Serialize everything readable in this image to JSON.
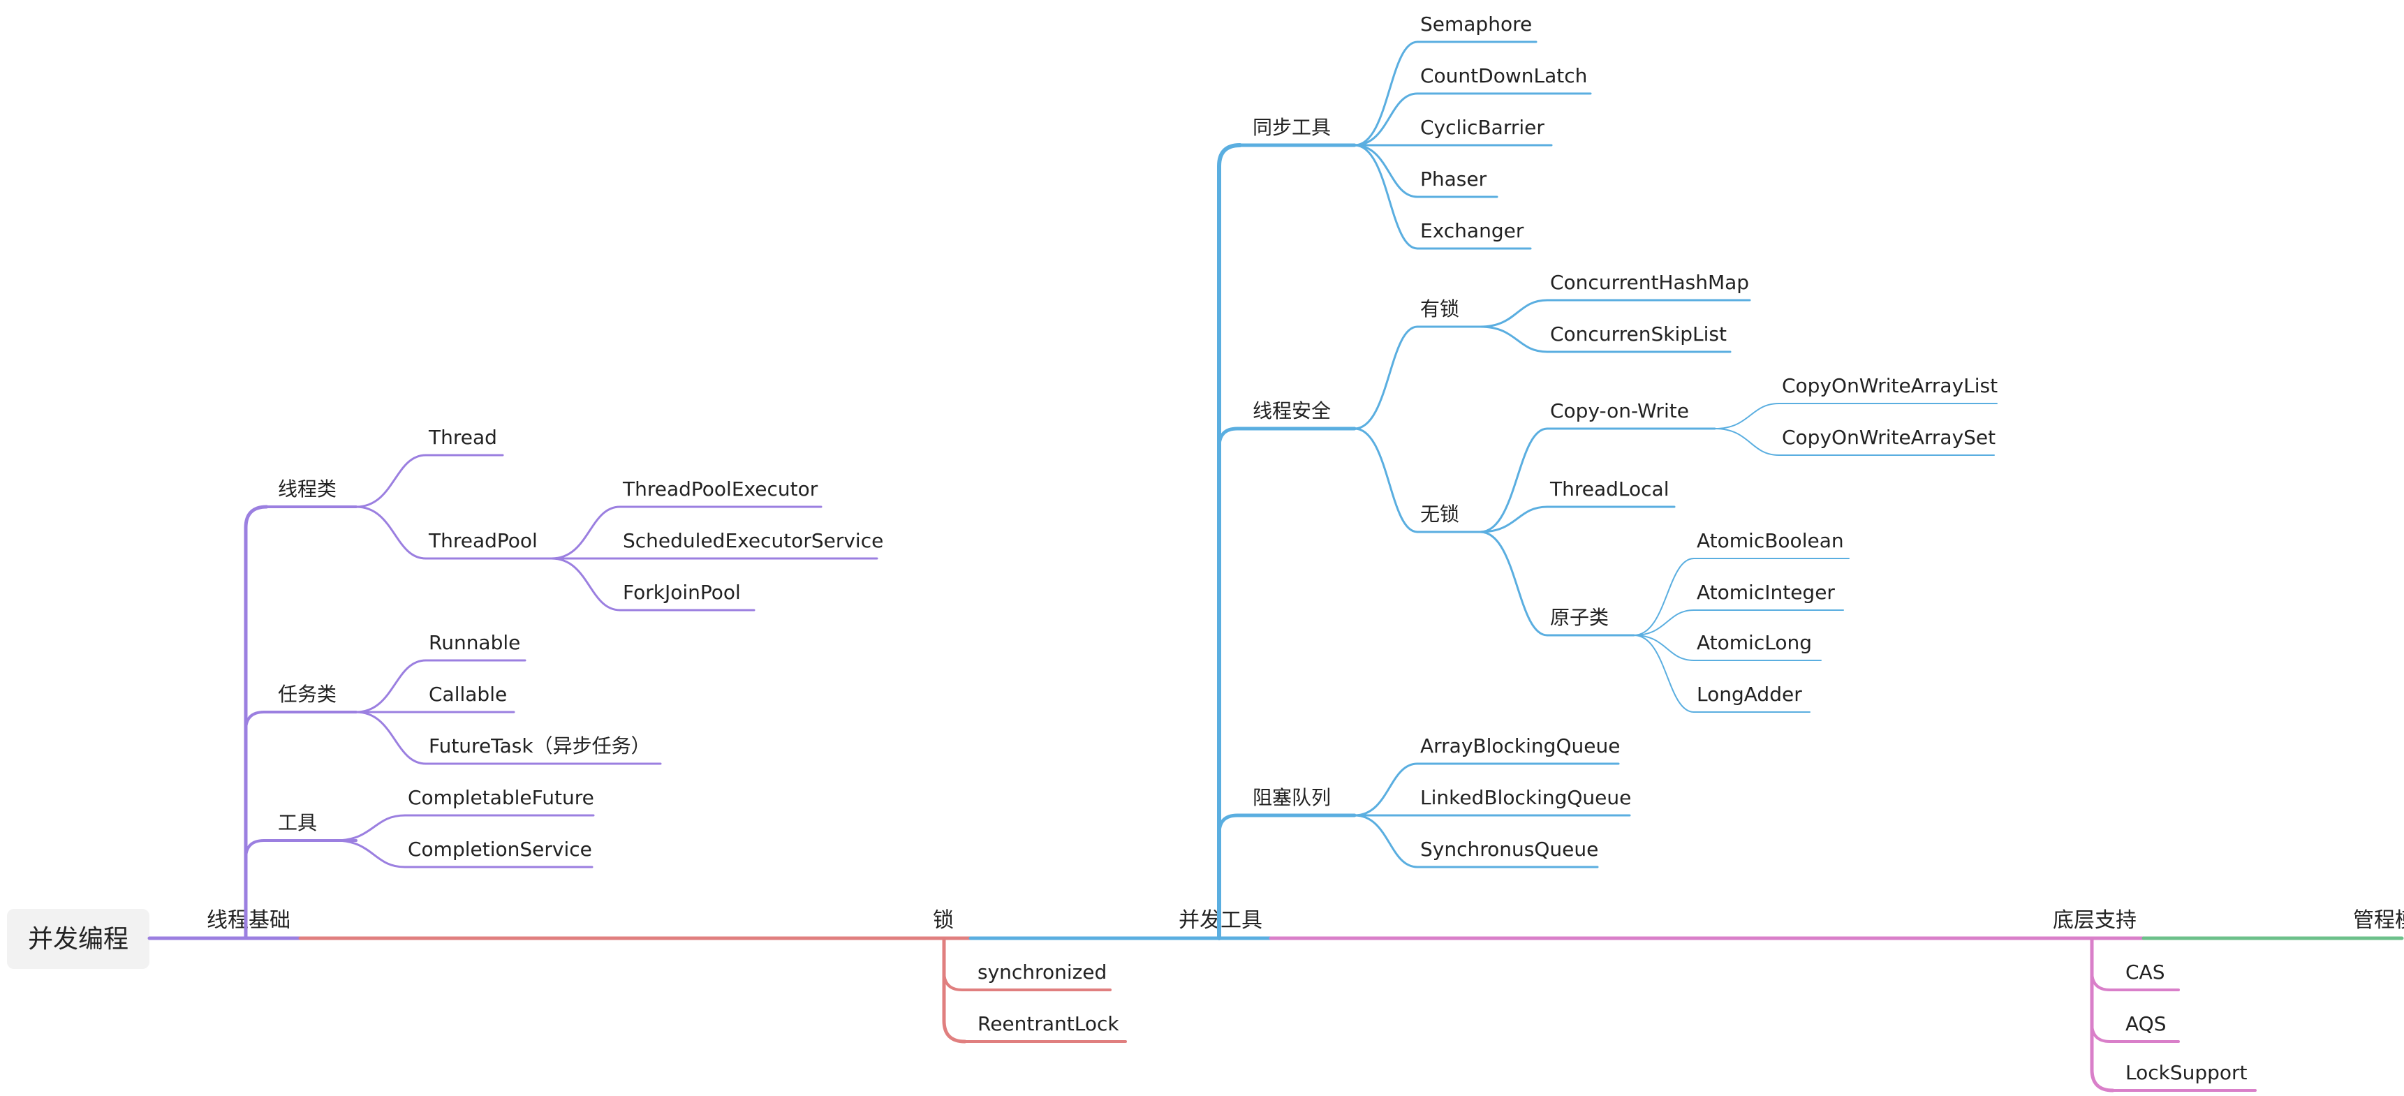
{
  "mindmap": {
    "root": "并发编程",
    "branches": [
      {
        "label": "线程基础",
        "color": "#9B7FE0",
        "children": [
          {
            "label": "线程类",
            "children": [
              {
                "label": "Thread"
              },
              {
                "label": "ThreadPool",
                "children": [
                  {
                    "label": "ThreadPoolExecutor"
                  },
                  {
                    "label": "ScheduledExecutorService"
                  },
                  {
                    "label": "ForkJoinPool"
                  }
                ]
              }
            ]
          },
          {
            "label": "任务类",
            "children": [
              {
                "label": "Runnable"
              },
              {
                "label": "Callable"
              },
              {
                "label": "FutureTask（异步任务）"
              }
            ]
          },
          {
            "label": "工具",
            "children": [
              {
                "label": "CompletableFuture"
              },
              {
                "label": "CompletionService"
              }
            ]
          }
        ]
      },
      {
        "label": "锁",
        "color": "#E07F7F",
        "children": [
          {
            "label": "synchronized"
          },
          {
            "label": "ReentrantLock"
          }
        ]
      },
      {
        "label": "并发工具",
        "color": "#5AAEE0",
        "children": [
          {
            "label": "同步工具",
            "children": [
              {
                "label": "Semaphore"
              },
              {
                "label": "CountDownLatch"
              },
              {
                "label": "CyclicBarrier"
              },
              {
                "label": "Phaser"
              },
              {
                "label": "Exchanger"
              }
            ]
          },
          {
            "label": "线程安全",
            "children": [
              {
                "label": "有锁",
                "children": [
                  {
                    "label": "ConcurrentHashMap"
                  },
                  {
                    "label": "ConcurrenSkipList"
                  }
                ]
              },
              {
                "label": "无锁",
                "children": [
                  {
                    "label": "Copy-on-Write",
                    "children": [
                      {
                        "label": "CopyOnWriteArrayList"
                      },
                      {
                        "label": "CopyOnWriteArraySet"
                      }
                    ]
                  },
                  {
                    "label": "ThreadLocal"
                  },
                  {
                    "label": "原子类",
                    "children": [
                      {
                        "label": "AtomicBoolean"
                      },
                      {
                        "label": "AtomicInteger"
                      },
                      {
                        "label": "AtomicLong"
                      },
                      {
                        "label": "LongAdder"
                      }
                    ]
                  }
                ]
              }
            ]
          },
          {
            "label": "阻塞队列",
            "children": [
              {
                "label": "ArrayBlockingQueue"
              },
              {
                "label": "LinkedBlockingQueue"
              },
              {
                "label": "SynchronusQueue"
              }
            ]
          }
        ]
      },
      {
        "label": "底层支持",
        "color": "#D97FC9",
        "children": [
          {
            "label": "CAS"
          },
          {
            "label": "AQS"
          },
          {
            "label": "LockSupport"
          }
        ]
      },
      {
        "label": "管程模型",
        "color": "#6CC08A",
        "children": []
      }
    ]
  }
}
